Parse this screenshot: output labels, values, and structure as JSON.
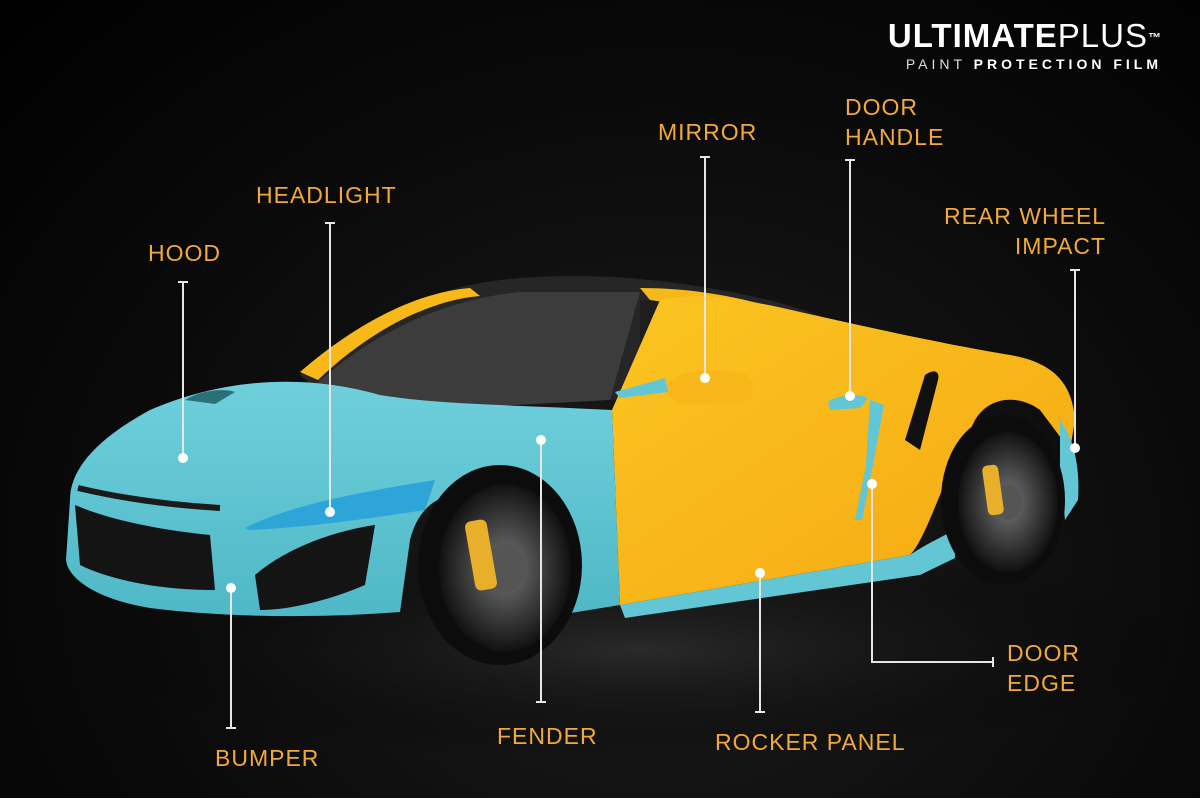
{
  "logo": {
    "brand_bold": "ULTIMATE",
    "brand_thin": "PLUS",
    "trademark": "™",
    "sub_thin": "PAINT",
    "sub_bold": "PROTECTION FILM"
  },
  "labels": {
    "hood": "HOOD",
    "headlight": "HEADLIGHT",
    "mirror": "MIRROR",
    "door_handle_line1": "DOOR",
    "door_handle_line2": "HANDLE",
    "rear_wheel_line1": "REAR WHEEL",
    "rear_wheel_line2": "IMPACT",
    "door_edge_line1": "DOOR",
    "door_edge_line2": "EDGE",
    "rocker_panel": "ROCKER PANEL",
    "fender": "FENDER",
    "bumper": "BUMPER"
  },
  "colors": {
    "label": "#f2a93b",
    "film_blue": "#62c6d4",
    "film_yellow": "#f8b81a",
    "leader_line": "#e6e6e6"
  }
}
